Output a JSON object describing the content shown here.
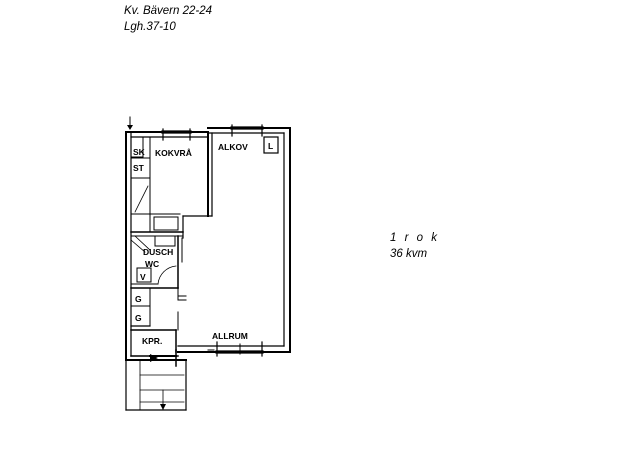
{
  "header": {
    "line1": "Kv. Bävern 22-24",
    "line2": "Lgh.37-10"
  },
  "info": {
    "rooms": "1 r o k",
    "area": "36 kvm"
  },
  "plan": {
    "rooms": {
      "kokvra": "KOKVRÅ",
      "alkov": "ALKOV",
      "allrum": "ALLRUM",
      "dusch": "DUSCH",
      "wc": "WC",
      "kpr": "KPR."
    },
    "fixtures": {
      "sk": "SK",
      "st": "ST",
      "l": "L",
      "v": "V",
      "g1": "G",
      "g2": "G"
    }
  }
}
